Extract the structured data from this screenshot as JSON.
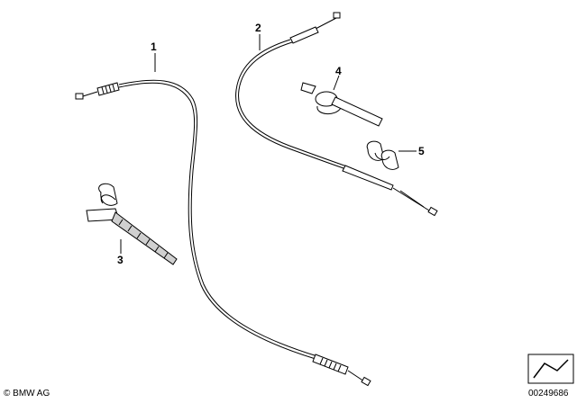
{
  "callouts": {
    "c1": "1",
    "c2": "2",
    "c3": "3",
    "c4": "4",
    "c5": "5"
  },
  "footer": {
    "copyright": "© BMW AG",
    "doc_number": "00249686"
  },
  "colors": {
    "line": "#000000",
    "background": "#ffffff",
    "shade": "#d0d0d0"
  }
}
